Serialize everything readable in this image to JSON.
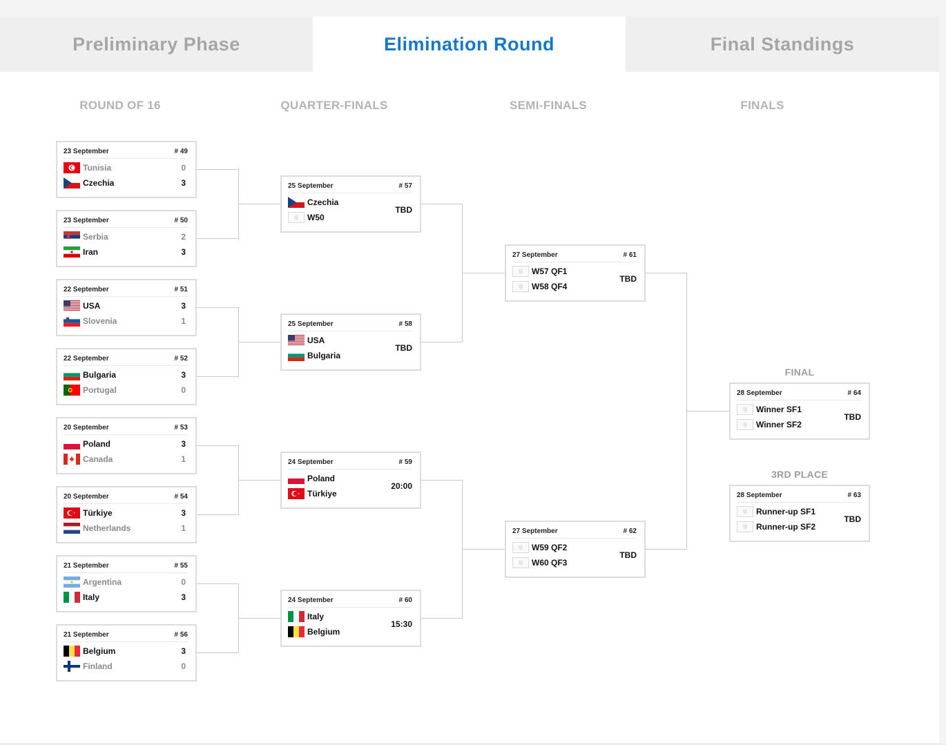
{
  "tabs": [
    {
      "label": "Preliminary Phase",
      "active": false
    },
    {
      "label": "Elimination Round",
      "active": true
    },
    {
      "label": "Final Standings",
      "active": false
    }
  ],
  "rounds": [
    "ROUND OF 16",
    "QUARTER-FINALS",
    "SEMI-FINALS",
    "FINALS"
  ],
  "final_label": "FINAL",
  "third_place_label": "3RD PLACE",
  "colors": {
    "accent": "#1677c9",
    "inactive_tab_text": "#a6a6a6",
    "card_border": "#dcdcdc",
    "connector": "#c8c8c8"
  },
  "matches": {
    "m49": {
      "date": "23 September",
      "num": "# 49",
      "status": "",
      "teams": [
        {
          "name": "Tunisia",
          "flag": "tunisia-flag-icon",
          "score": "0",
          "winner": false
        },
        {
          "name": "Czechia",
          "flag": "czechia-flag-icon",
          "score": "3",
          "winner": true
        }
      ]
    },
    "m50": {
      "date": "23 September",
      "num": "# 50",
      "status": "",
      "teams": [
        {
          "name": "Serbia",
          "flag": "serbia-flag-icon",
          "score": "2",
          "winner": false
        },
        {
          "name": "Iran",
          "flag": "iran-flag-icon",
          "score": "3",
          "winner": true
        }
      ]
    },
    "m51": {
      "date": "22 September",
      "num": "# 51",
      "status": "",
      "teams": [
        {
          "name": "USA",
          "flag": "usa-flag-icon",
          "score": "3",
          "winner": true
        },
        {
          "name": "Slovenia",
          "flag": "slovenia-flag-icon",
          "score": "1",
          "winner": false
        }
      ]
    },
    "m52": {
      "date": "22 September",
      "num": "# 52",
      "status": "",
      "teams": [
        {
          "name": "Bulgaria",
          "flag": "bulgaria-flag-icon",
          "score": "3",
          "winner": true
        },
        {
          "name": "Portugal",
          "flag": "portugal-flag-icon",
          "score": "0",
          "winner": false
        }
      ]
    },
    "m53": {
      "date": "20 September",
      "num": "# 53",
      "status": "",
      "teams": [
        {
          "name": "Poland",
          "flag": "poland-flag-icon",
          "score": "3",
          "winner": true
        },
        {
          "name": "Canada",
          "flag": "canada-flag-icon",
          "score": "1",
          "winner": false
        }
      ]
    },
    "m54": {
      "date": "20 September",
      "num": "# 54",
      "status": "",
      "teams": [
        {
          "name": "Türkiye",
          "flag": "turkiye-flag-icon",
          "score": "3",
          "winner": true
        },
        {
          "name": "Netherlands",
          "flag": "netherlands-flag-icon",
          "score": "1",
          "winner": false
        }
      ]
    },
    "m55": {
      "date": "21 September",
      "num": "# 55",
      "status": "",
      "teams": [
        {
          "name": "Argentina",
          "flag": "argentina-flag-icon",
          "score": "0",
          "winner": false
        },
        {
          "name": "Italy",
          "flag": "italy-flag-icon",
          "score": "3",
          "winner": true
        }
      ]
    },
    "m56": {
      "date": "21 September",
      "num": "# 56",
      "status": "",
      "teams": [
        {
          "name": "Belgium",
          "flag": "belgium-flag-icon",
          "score": "3",
          "winner": true
        },
        {
          "name": "Finland",
          "flag": "finland-flag-icon",
          "score": "0",
          "winner": false
        }
      ]
    },
    "m57": {
      "date": "25 September",
      "num": "# 57",
      "status": "TBD",
      "teams": [
        {
          "name": "Czechia",
          "flag": "czechia-flag-icon",
          "score": "",
          "winner": null
        },
        {
          "name": "W50",
          "flag": "placeholder-shield-icon",
          "score": "",
          "winner": null
        }
      ]
    },
    "m58": {
      "date": "25 September",
      "num": "# 58",
      "status": "TBD",
      "teams": [
        {
          "name": "USA",
          "flag": "usa-flag-icon",
          "score": "",
          "winner": null
        },
        {
          "name": "Bulgaria",
          "flag": "bulgaria-flag-icon",
          "score": "",
          "winner": null
        }
      ]
    },
    "m59": {
      "date": "24 September",
      "num": "# 59",
      "status": "20:00",
      "teams": [
        {
          "name": "Poland",
          "flag": "poland-flag-icon",
          "score": "",
          "winner": null
        },
        {
          "name": "Türkiye",
          "flag": "turkiye-flag-icon",
          "score": "",
          "winner": null
        }
      ]
    },
    "m60": {
      "date": "24 September",
      "num": "# 60",
      "status": "15:30",
      "teams": [
        {
          "name": "Italy",
          "flag": "italy-flag-icon",
          "score": "",
          "winner": null
        },
        {
          "name": "Belgium",
          "flag": "belgium-flag-icon",
          "score": "",
          "winner": null
        }
      ]
    },
    "m61": {
      "date": "27 September",
      "num": "# 61",
      "status": "TBD",
      "teams": [
        {
          "name": "W57 QF1",
          "flag": "placeholder-shield-icon",
          "score": "",
          "winner": null
        },
        {
          "name": "W58 QF4",
          "flag": "placeholder-shield-icon",
          "score": "",
          "winner": null
        }
      ]
    },
    "m62": {
      "date": "27 September",
      "num": "# 62",
      "status": "TBD",
      "teams": [
        {
          "name": "W59 QF2",
          "flag": "placeholder-shield-icon",
          "score": "",
          "winner": null
        },
        {
          "name": "W60 QF3",
          "flag": "placeholder-shield-icon",
          "score": "",
          "winner": null
        }
      ]
    },
    "m64": {
      "date": "28 September",
      "num": "# 64",
      "status": "TBD",
      "teams": [
        {
          "name": "Winner SF1",
          "flag": "placeholder-shield-icon",
          "score": "",
          "winner": null
        },
        {
          "name": "Winner SF2",
          "flag": "placeholder-shield-icon",
          "score": "",
          "winner": null
        }
      ]
    },
    "m63": {
      "date": "28 September",
      "num": "# 63",
      "status": "TBD",
      "teams": [
        {
          "name": "Runner-up SF1",
          "flag": "placeholder-shield-icon",
          "score": "",
          "winner": null
        },
        {
          "name": "Runner-up SF2",
          "flag": "placeholder-shield-icon",
          "score": "",
          "winner": null
        }
      ]
    }
  }
}
